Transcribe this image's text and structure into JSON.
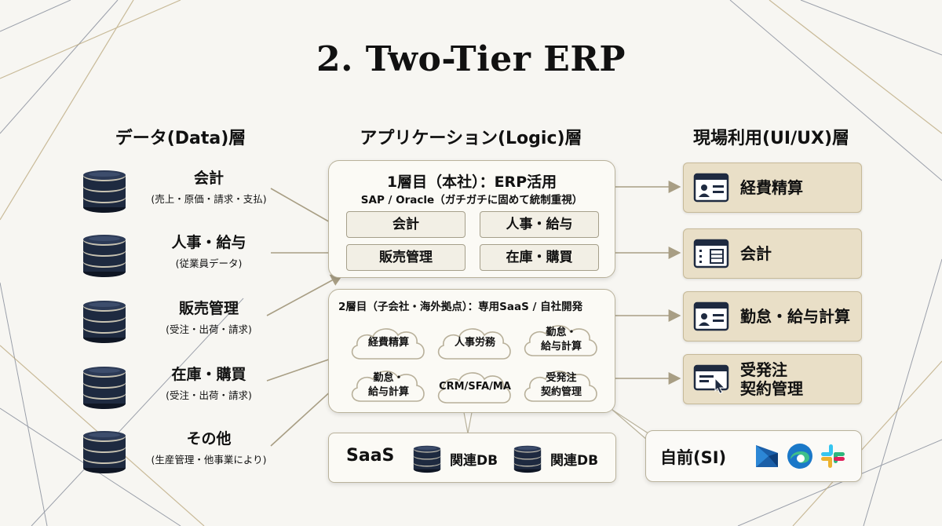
{
  "title": "2. Two-Tier ERP",
  "columns": {
    "data": "データ(Data)層",
    "logic": "アプリケーション(Logic)層",
    "ui": "現場利用(UI/UX)層"
  },
  "data_layer": [
    {
      "name": "会計",
      "sub": "(売上・原価・請求・支払)"
    },
    {
      "name": "人事・給与",
      "sub": "(従業員データ)"
    },
    {
      "name": "販売管理",
      "sub": "(受注・出荷・請求)"
    },
    {
      "name": "在庫・購買",
      "sub": "(受注・出荷・請求)"
    },
    {
      "name": "その他",
      "sub": "(生産管理・他事業により)"
    }
  ],
  "tier1": {
    "title": "1層目（本社）：ERP活用",
    "subtitle": "SAP / Oracle（ガチガチに固めて統制重視）",
    "modules": [
      "会計",
      "人事・給与",
      "販売管理",
      "在庫・購買"
    ]
  },
  "tier2": {
    "title": "2層目（子会社・海外拠点）：専用SaaS / 自社開発",
    "clouds": [
      "経費精算",
      "人事労務",
      "勤怠・\n給与計算",
      "勤怠・\n給与計算",
      "CRM/SFA/MA",
      "受発注\n契約管理"
    ]
  },
  "saas": {
    "label": "SaaS",
    "db1": "関連DB",
    "db2": "関連DB"
  },
  "ui_layer": [
    {
      "label": "経費精算",
      "icon": "id-card-icon"
    },
    {
      "label": "会計",
      "icon": "ledger-window-icon"
    },
    {
      "label": "勤怠・給与計算",
      "icon": "id-card-icon"
    },
    {
      "label": "受発注\n契約管理",
      "icon": "browser-cursor-icon"
    }
  ],
  "si": {
    "label": "自前(SI)",
    "apps": [
      "dynamics-icon",
      "edge-icon",
      "slack-icon"
    ]
  },
  "colors": {
    "accent": "#b0a58a",
    "db_dark": "#1e2a40",
    "ui_box": "#e9dfc7"
  }
}
